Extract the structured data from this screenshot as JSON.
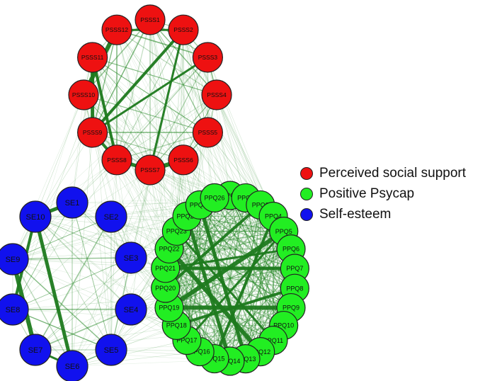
{
  "colors": {
    "support": "#ee1111",
    "psycap": "#22ee22",
    "esteem": "#1111ee",
    "edge": "#2a8a2a",
    "node_border": "#222222"
  },
  "groups": {
    "support": {
      "legend_label": "Perceived social support",
      "nodes": [
        "PSSS1",
        "PSSS2",
        "PSSS3",
        "PSSS4",
        "PSSS5",
        "PSSS6",
        "PSSS7",
        "PSSS8",
        "PSSS9",
        "PSSS10",
        "PSSS11",
        "PSSS12"
      ]
    },
    "psycap": {
      "legend_label": "Positive Psycap",
      "nodes": [
        "PPQ1",
        "PPQ2",
        "PPQ3",
        "PPQ4",
        "PPQ5",
        "PPQ6",
        "PPQ7",
        "PPQ8",
        "PPQ9",
        "PPQ10",
        "PPQ11",
        "PPQ12",
        "PPQ13",
        "PPQ14",
        "PPQ15",
        "PPQ16",
        "PPQ17",
        "PPQ18",
        "PPQ19",
        "PPQ20",
        "PPQ21",
        "PPQ22",
        "PPQ23",
        "PPQ24",
        "PPQ25",
        "PPQ26"
      ]
    },
    "esteem": {
      "legend_label": "Self-esteem",
      "nodes": [
        "SE1",
        "SE2",
        "SE3",
        "SE4",
        "SE5",
        "SE6",
        "SE7",
        "SE8",
        "SE9",
        "SE10"
      ]
    }
  },
  "strong_edges": [
    [
      "PSSS12",
      "PSSS2"
    ],
    [
      "PSSS2",
      "PSSS9"
    ],
    [
      "PSSS11",
      "PSSS9"
    ],
    [
      "PSSS12",
      "PSSS10"
    ],
    [
      "PSSS3",
      "PSSS9"
    ],
    [
      "PSSS9",
      "PSSS8"
    ],
    [
      "PSSS8",
      "PSSS7"
    ],
    [
      "PSSS7",
      "PSSS6"
    ],
    [
      "PSSS2",
      "PSSS7"
    ],
    [
      "PSSS11",
      "PSSS8"
    ],
    [
      "SE10",
      "SE6"
    ],
    [
      "SE9",
      "SE7"
    ],
    [
      "SE7",
      "SE6"
    ],
    [
      "SE10",
      "SE8"
    ],
    [
      "SE10",
      "SE1"
    ],
    [
      "PPQ5",
      "PPQ19"
    ],
    [
      "PPQ6",
      "PPQ21"
    ],
    [
      "PPQ4",
      "PPQ15"
    ],
    [
      "PPQ21",
      "PPQ7"
    ],
    [
      "PPQ22",
      "PPQ12"
    ],
    [
      "PPQ17",
      "PPQ5"
    ],
    [
      "PPQ20",
      "PPQ3"
    ],
    [
      "PPQ24",
      "PPQ14"
    ],
    [
      "PPQ19",
      "PPQ9"
    ],
    [
      "PPQ23",
      "PPQ11"
    ],
    [
      "PPQ18",
      "PPQ8"
    ],
    [
      "PPQ25",
      "PPQ13"
    ]
  ]
}
